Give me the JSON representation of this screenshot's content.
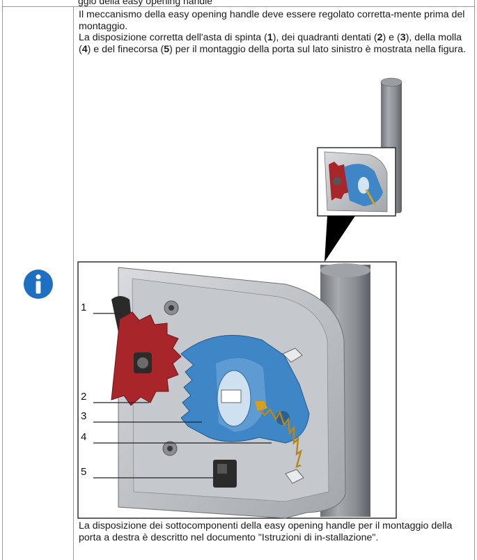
{
  "header": {
    "cut_text": "ggio della easy opening handle"
  },
  "info_icon": "info-icon",
  "paragraphs": {
    "p1": "Il meccanismo della easy opening handle deve essere regolato corretta-mente prima del montaggio.",
    "p2": {
      "a": "La disposizione corretta dell'asta di spinta (",
      "n1": "1",
      "b": "), dei quadranti dentati (",
      "n2": "2",
      "c": ") e (",
      "n3": "3",
      "d": "), della molla (",
      "n4": "4",
      "e": ") e del finecorsa (",
      "n5": "5",
      "f": ") per il montaggio della porta sul lato sinistro è mostrata nella figura."
    },
    "p3": "La disposizione dei sottocomponenti della easy opening handle per il montaggio della porta a destra è descritto nel documento \"Istruzioni di in-stallazione\"."
  },
  "figure": {
    "callouts": [
      "1",
      "2",
      "3",
      "4",
      "5"
    ],
    "colors": {
      "red_sector": "#a8262a",
      "blue_sector": "#3f86c6",
      "spring": "#d4a020",
      "metal": "#b9bcc0",
      "pipe": "#8f9398"
    }
  }
}
